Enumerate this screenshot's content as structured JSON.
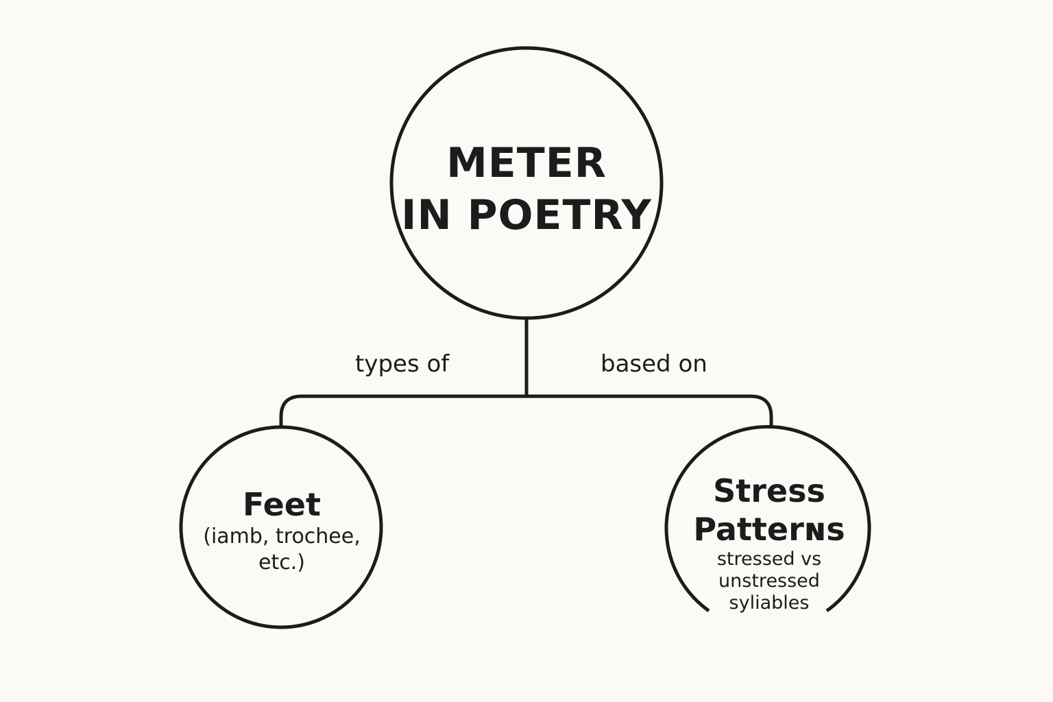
{
  "diagram": {
    "root": {
      "line1": "METER",
      "line2": "IN POETRY"
    },
    "edges": {
      "left_label": "types of",
      "right_label": "based on"
    },
    "left_node": {
      "title": "Feet",
      "desc_line1": "(iamb, trochee,",
      "desc_line2": "etc.)"
    },
    "right_node": {
      "title_line1": "Stress",
      "title_line2": "Patterɴs",
      "desc_line1": "stressed vs",
      "desc_line2": "unstressed",
      "desc_line3": "syliables"
    },
    "colors": {
      "background": "#fbfaf6",
      "stroke": "#1c1c1c"
    }
  }
}
